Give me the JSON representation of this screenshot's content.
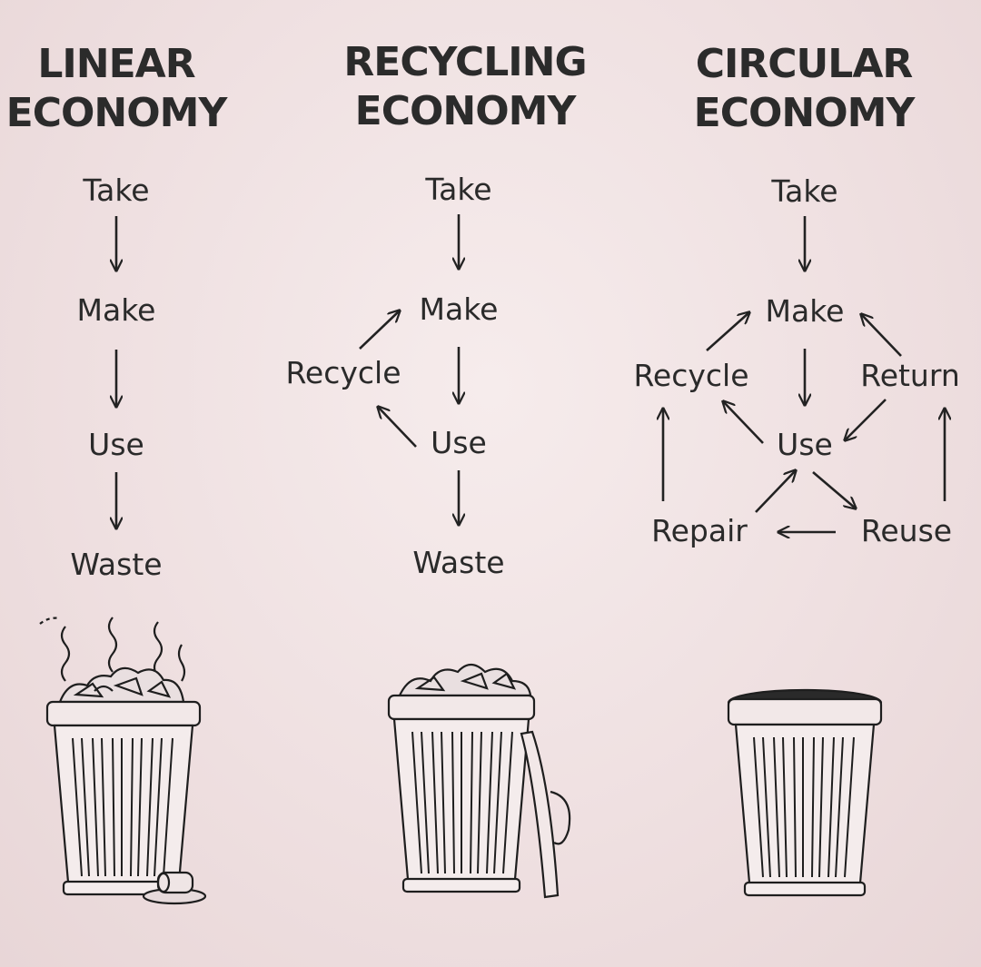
{
  "columns": [
    {
      "title_line1": "LINEAR",
      "title_line2": "ECONOMY",
      "steps": [
        "Take",
        "Make",
        "Use",
        "Waste"
      ]
    },
    {
      "title_line1": "RECYCLING",
      "title_line2": "ECONOMY",
      "steps": [
        "Take",
        "Make",
        "Recycle",
        "Use",
        "Waste"
      ]
    },
    {
      "title_line1": "CIRCULAR",
      "title_line2": "ECONOMY",
      "steps": [
        "Take",
        "Make",
        "Recycle",
        "Return",
        "Use",
        "Repair",
        "Reuse"
      ]
    }
  ]
}
